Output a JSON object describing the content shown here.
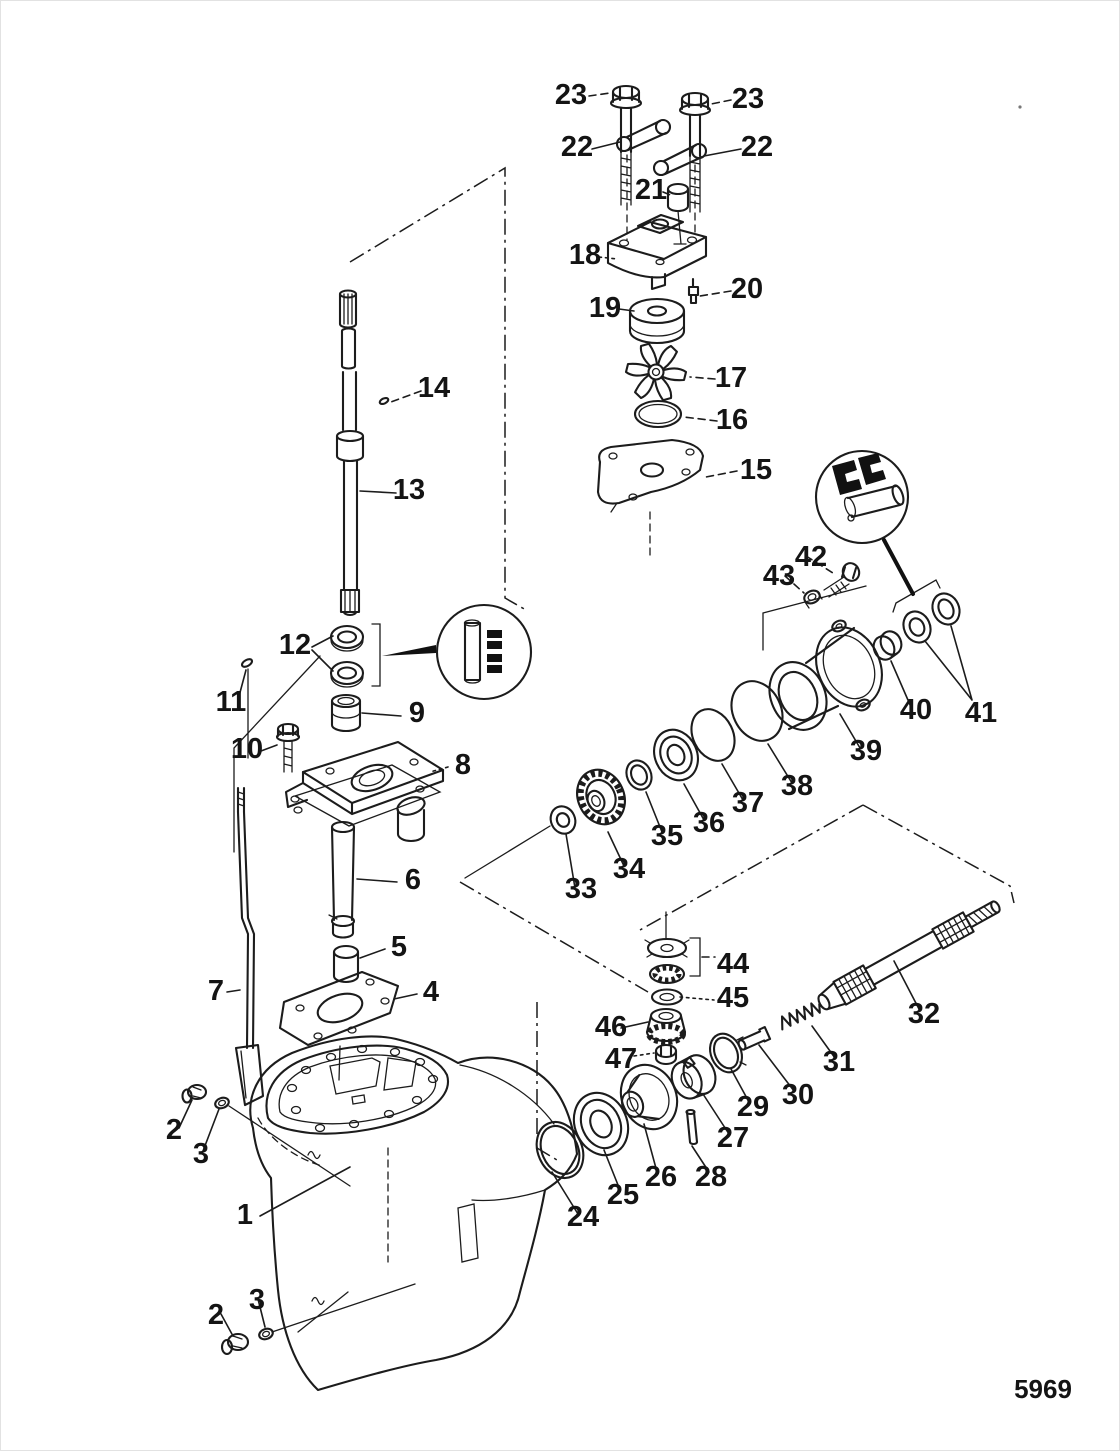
{
  "figure_number": "5969",
  "callouts": {
    "n1": "1",
    "n2": "2",
    "n3": "3",
    "n4": "4",
    "n5": "5",
    "n6": "6",
    "n7": "7",
    "n8": "8",
    "n9": "9",
    "n10": "10",
    "n11": "11",
    "n12": "12",
    "n13": "13",
    "n14": "14",
    "n15": "15",
    "n16": "16",
    "n17": "17",
    "n18": "18",
    "n19": "19",
    "n20": "20",
    "n21": "21",
    "n22": "22",
    "n23": "23",
    "n24": "24",
    "n25": "25",
    "n26": "26",
    "n27": "27",
    "n28": "28",
    "n29": "29",
    "n30": "30",
    "n31": "31",
    "n32": "32",
    "n33": "33",
    "n34": "34",
    "n35": "35",
    "n36": "36",
    "n37": "37",
    "n38": "38",
    "n39": "39",
    "n40": "40",
    "n41": "41",
    "n42": "42",
    "n43": "43",
    "n44": "44",
    "n45": "45",
    "n46": "46",
    "n47": "47"
  }
}
